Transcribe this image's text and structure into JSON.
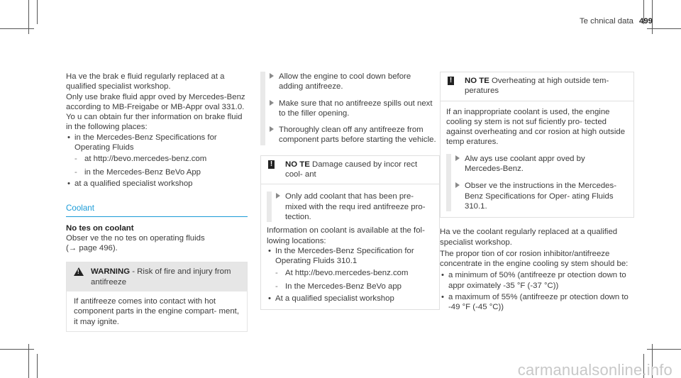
{
  "header": {
    "section": "Te chnical data",
    "page": "499"
  },
  "col1": {
    "p1": "Ha ve the brak e fluid regularly replaced at a qualified specialist workshop.",
    "p2": "Only use brake fluid appr oved by Mercedes-Benz according to MB-Freigabe or MB-Appr oval 331.0.",
    "p3": "Yo u can obtain fur ther information on brake fluid in the following places:",
    "b1": "in the Mercedes-Benz Specifications for Operating Fluids",
    "d1": "at http://bevo.mercedes-benz.com",
    "d2": "in the Mercedes-Benz BeVo App",
    "b2": "at a qualified specialist workshop",
    "section_title": "Coolant",
    "notes_title": "No tes on coolant",
    "notes_p1": "Obser ve the no tes on operating fluids",
    "notes_p2": "(→ page 496).",
    "warning_label": "WARNING",
    "warning_head_rest": " - Risk of fire and injury from antifreeze",
    "warning_body": "If antifreeze comes into contact with hot component parts in the engine compart- ment, it may ignite."
  },
  "col2": {
    "s1": "Allow the engine to cool down before adding antifreeze.",
    "s2": "Make sure that no antifreeze spills out next to the filler opening.",
    "s3": "Thoroughly clean off any antifreeze from component parts before starting the vehicle.",
    "note_label": "NO TE",
    "note_head_rest": " Damage caused by incor rect cool- ant",
    "note_step": "Only add coolant that has been pre- mixed with the requ ired antifreeze pro- tection.",
    "p1": "Information on coolant is available at the fol- lowing locations:",
    "b1": "In the Mercedes-Benz Specification for Operating Fluids 310.1",
    "d1": "At http://bevo.mercedes-benz.com",
    "d2": "In the Mercedes-Benz BeVo app",
    "b2": "At a qualified specialist workshop"
  },
  "col3": {
    "note_label": "NO TE",
    "note_head_rest": " Overheating at high outside tem- peratures",
    "note_body": "If an inappropriate coolant is used, the engine cooling sy stem is not suf ficiently pro- tected against overheating and cor rosion at high outside temp eratures.",
    "s1": "Alw ays use coolant appr oved by Mercedes-Benz.",
    "s2": "Obser ve the instructions in the Mercedes-Benz Specifications for Oper- ating Fluids 310.1.",
    "p1": "Ha ve the coolant regularly replaced at a qualified specialist workshop.",
    "p2": "The propor tion of cor rosion inhibitor/antifreeze concentrate in the engine cooling sy stem should be:",
    "b1": "a minimum of 50% (antifreeze pr otection down to appr oximately -35 °F (-37 °C))",
    "b2": "a maximum of 55% (antifreeze pr otection down to -49 °F (-45 °C))"
  },
  "footer": {
    "watermark": "carmanualsonline.info"
  }
}
